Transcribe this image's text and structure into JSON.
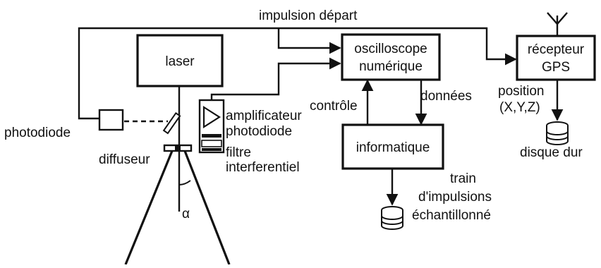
{
  "diagram": {
    "top_label": "impulsion départ",
    "boxes": {
      "laser": "laser",
      "oscilloscope_line1": "oscilloscope",
      "oscilloscope_line2": "numérique",
      "receiver_line1": "récepteur",
      "receiver_line2": "GPS",
      "computer": "informatique"
    },
    "labels": {
      "photodiode": "photodiode",
      "diffuser": "diffuseur",
      "amplifier_1": "amplificateur",
      "amplifier_2": "photodiode",
      "filter_1": "filtre",
      "filter_2": "interferentiel",
      "control": "contrôle",
      "data": "données",
      "position_1": "position",
      "position_2": "(X,Y,Z)",
      "hard_disk": "disque dur",
      "train_1": "train",
      "train_2": "d'impulsions",
      "train_3": "échantillonné",
      "alpha": "α"
    },
    "colors": {
      "ink": "#111111",
      "background": "#ffffff"
    },
    "icons": [
      "antenna-icon",
      "disk-stack-icon",
      "photodiode-amplifier-icon",
      "beam-splitter-icon"
    ]
  }
}
